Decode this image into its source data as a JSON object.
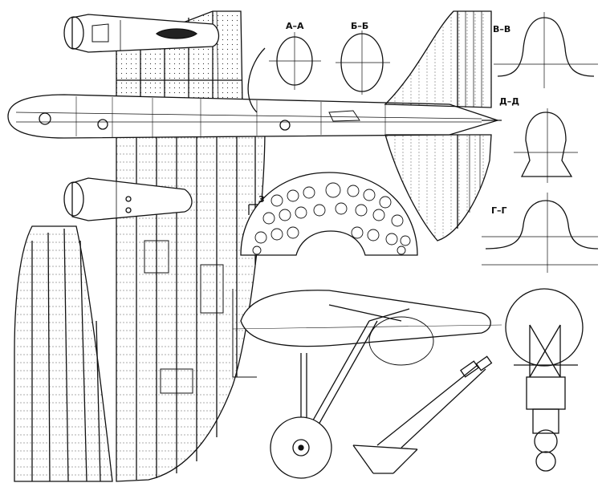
{
  "drawing": {
    "section_labels": {
      "aa": "А–А",
      "bb": "Б–Б",
      "vv": "В–В",
      "dd": "Д–Д",
      "gg": "Г–Г"
    },
    "callout_number": "3"
  },
  "colors": {
    "ink": "#111111",
    "paper": "#ffffff"
  }
}
